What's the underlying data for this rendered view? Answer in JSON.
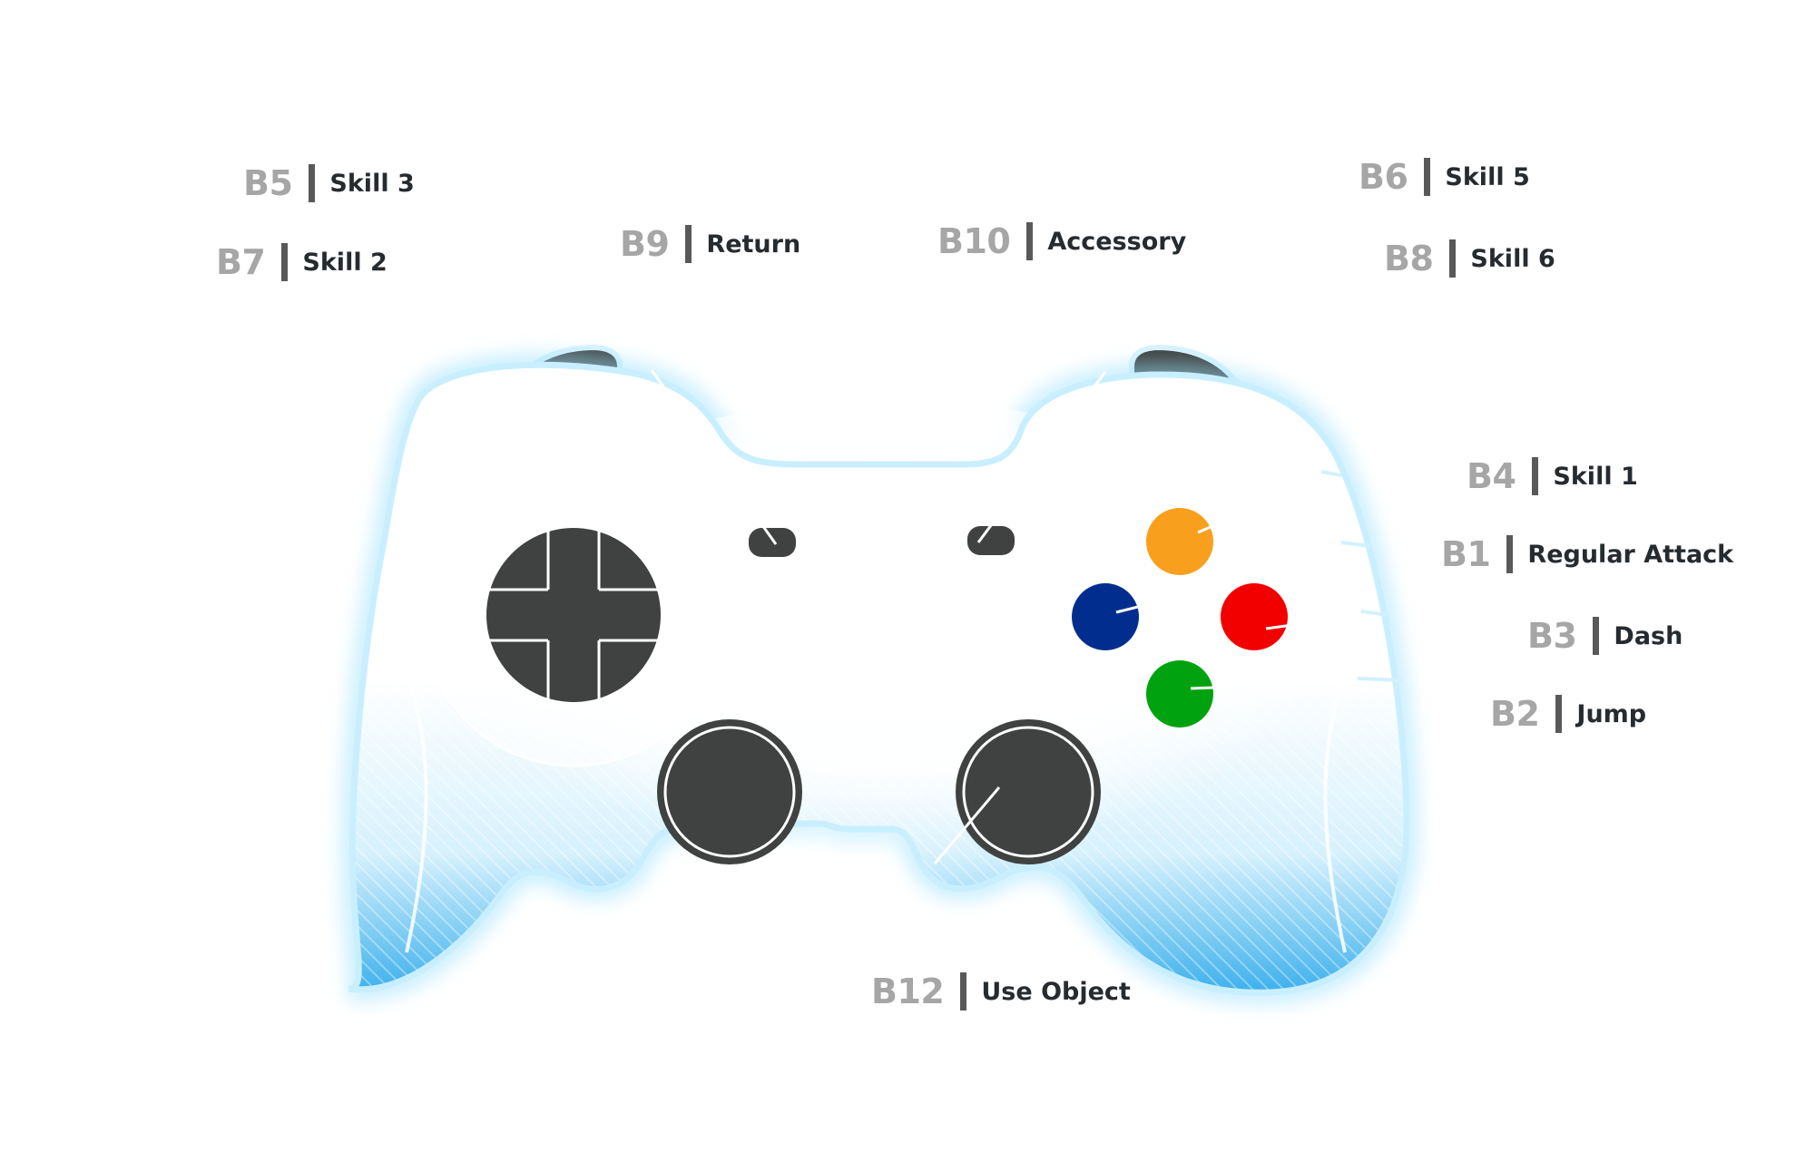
{
  "colors": {
    "body_glow": "#a8e6ff",
    "body_fill_bottom": "#3aaeea",
    "dark": "#3f4240",
    "button_top": "#f8a01e",
    "button_left": "#012e8e",
    "button_right": "#f20000",
    "button_bottom": "#00a30f"
  },
  "labels": {
    "b5": {
      "code": "B5",
      "action": "Skill 3"
    },
    "b7": {
      "code": "B7",
      "action": "Skill 2"
    },
    "b9": {
      "code": "B9",
      "action": "Return"
    },
    "b10": {
      "code": "B10",
      "action": "Accessory"
    },
    "b6": {
      "code": "B6",
      "action": "Skill 5"
    },
    "b8": {
      "code": "B8",
      "action": "Skill 6"
    },
    "b4": {
      "code": "B4",
      "action": "Skill 1"
    },
    "b1": {
      "code": "B1",
      "action": "Regular Attack"
    },
    "b3": {
      "code": "B3",
      "action": "Dash"
    },
    "b2": {
      "code": "B2",
      "action": "Jump"
    },
    "b12": {
      "code": "B12",
      "action": "Use Object"
    }
  }
}
